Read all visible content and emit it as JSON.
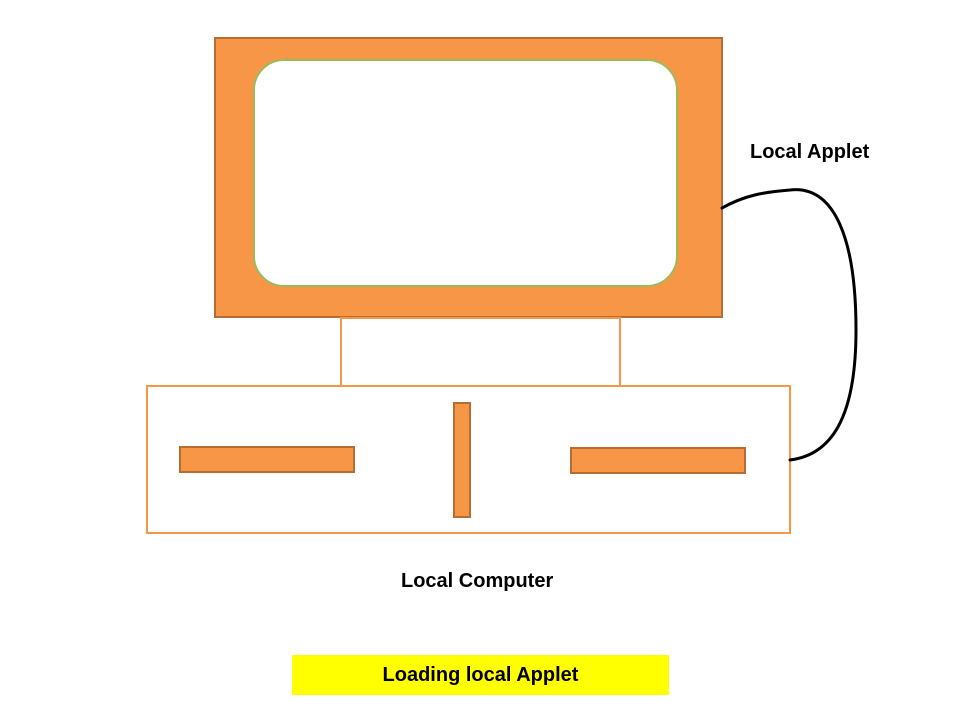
{
  "labels": {
    "local_applet": "Local Applet",
    "local_computer": "Local Computer"
  },
  "banner": {
    "text": "Loading local Applet"
  },
  "colors": {
    "orange_fill": "#f79646",
    "orange_stroke": "#b66d31",
    "screen_border": "#9bbb59",
    "banner_bg": "#ffff00",
    "connector": "#000000"
  }
}
